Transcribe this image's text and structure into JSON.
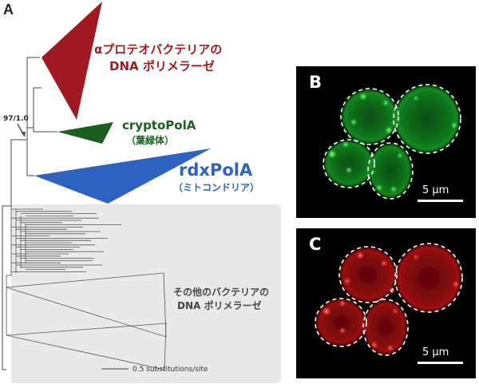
{
  "figure": {
    "panel_a_label": "A",
    "panel_b_label": "B",
    "panel_c_label": "C",
    "bootstrap_label": "97/1.0",
    "clade_alpha_line1": "αプロテオバクテリアの",
    "clade_alpha_line2": "DNA ポリメラーゼ",
    "clade_crypto_name": "cryptoPolA",
    "clade_crypto_sub": "（葉緑体）",
    "clade_rdx_name": "rdxPolA",
    "clade_rdx_sub": "（ミトコンドリア）",
    "other_line1": "その他のバクテリアの",
    "other_line2": "DNA ポリメラーゼ",
    "tree_scale": "0.5 substitutions/site",
    "micro_scale": "5 μm"
  },
  "colors": {
    "alpha": "#a11a22",
    "crypto": "#1b5e20",
    "rdx": "#2d62c0",
    "other_box": "#e9e9e9",
    "green_signal": "#22c430",
    "red_signal": "#e0141c"
  }
}
